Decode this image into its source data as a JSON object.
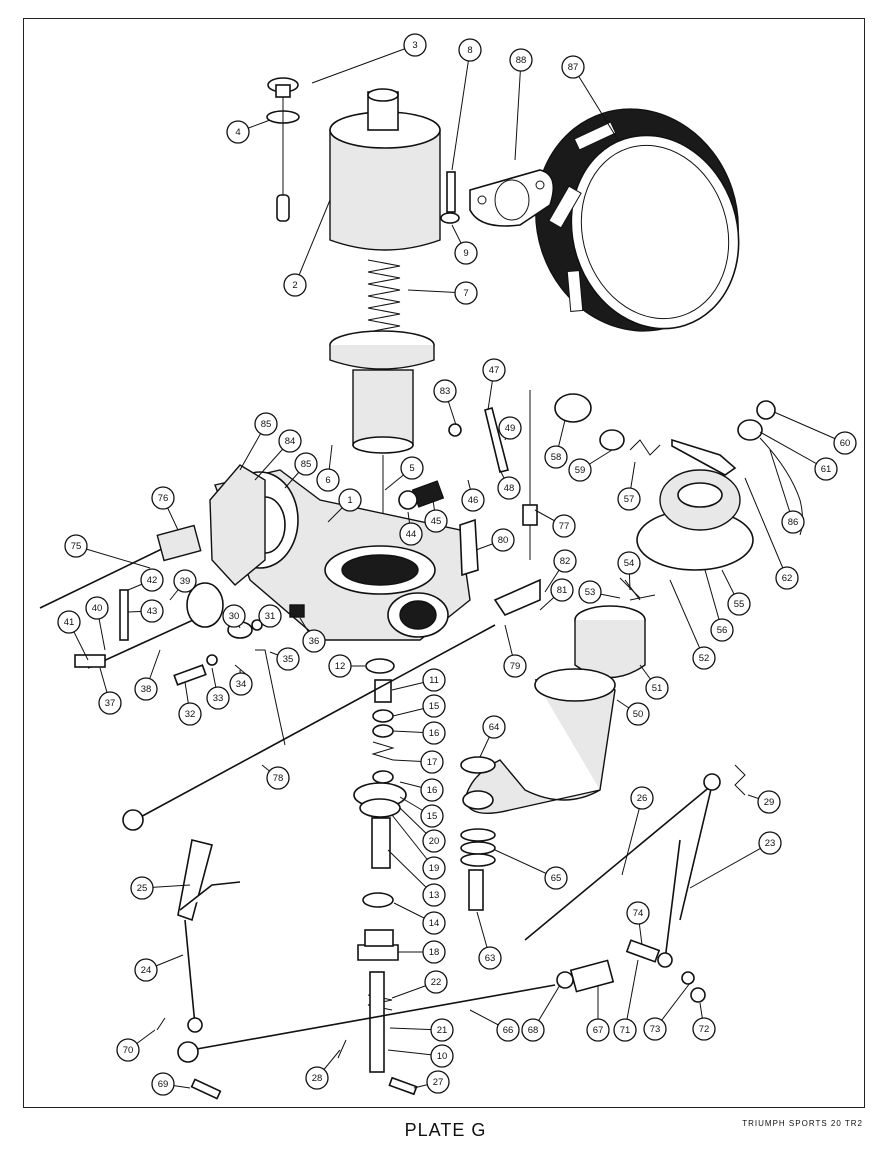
{
  "plate": {
    "title": "PLATE G",
    "footer": "TRIUMPH SPORTS 20 TR2"
  },
  "callouts": [
    "1",
    "2",
    "3",
    "4",
    "5",
    "6",
    "7",
    "8",
    "9",
    "10",
    "11",
    "12",
    "13",
    "14",
    "15",
    "15",
    "16",
    "16",
    "17",
    "18",
    "19",
    "20",
    "21",
    "22",
    "23",
    "24",
    "25",
    "26",
    "27",
    "28",
    "29",
    "30",
    "31",
    "32",
    "33",
    "34",
    "35",
    "36",
    "37",
    "38",
    "39",
    "40",
    "41",
    "42",
    "43",
    "44",
    "45",
    "46",
    "47",
    "48",
    "49",
    "50",
    "51",
    "52",
    "53",
    "54",
    "55",
    "56",
    "57",
    "58",
    "59",
    "60",
    "61",
    "62",
    "63",
    "64",
    "65",
    "66",
    "67",
    "68",
    "69",
    "70",
    "71",
    "72",
    "73",
    "74",
    "75",
    "76",
    "77",
    "78",
    "79",
    "80",
    "81",
    "82",
    "83",
    "84",
    "85",
    "85",
    "86",
    "87",
    "88"
  ]
}
